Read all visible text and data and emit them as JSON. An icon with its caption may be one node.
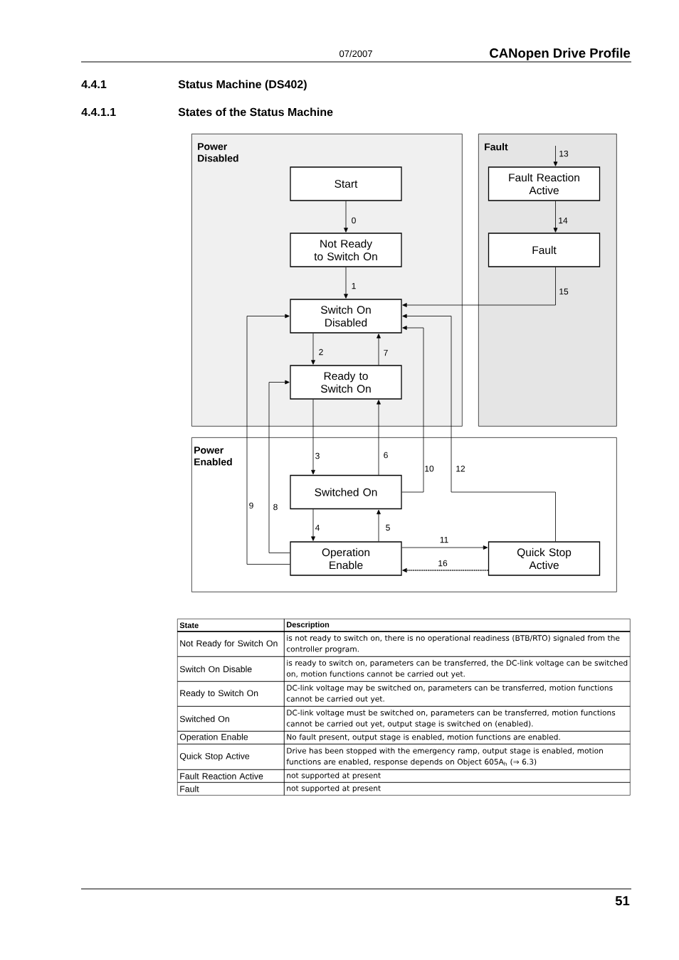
{
  "diagram": {
    "nodes": [
      {
        "text": [
          "Power Disabled"
        ]
      },
      {
        "text": [
          "Start"
        ],
        "in": 0
      },
      {
        "text": [
          "Not Ready to Switch On"
        ],
        "in": 0
      },
      {
        "text": [
          "Switch On Disabled"
        ],
        "in": 0
      },
      {
        "text": [
          "Ready to Switch On"
        ],
        "in": 0
      },
      {
        "text": [
          "Fault"
        ]
      },
      {
        "text": [
          "Fault Reaction Active"
        ],
        "in": 5
      },
      {
        "text": [
          "Fault"
        ],
        "in": 5
      },
      {
        "text": [
          "Power Enabled"
        ]
      },
      {
        "text": [
          "Switched On"
        ],
        "in": 8
      },
      {
        "text": [
          "Operation Enable"
        ],
        "in": 8
      },
      {
        "text": [
          "Quick Stop Active"
        ],
        "in": 8
      }
    ],
    "edges": [
      {
        "from": 1,
        "to": 2,
        "arrow": "to",
        "label": "0"
      },
      {
        "from": 2,
        "to": 3,
        "arrow": "to",
        "label": "1"
      },
      {
        "from": 3,
        "to": 4,
        "arrow": "to",
        "label": "2"
      },
      {
        "from": 4,
        "to": 9,
        "arrow": "to",
        "label": "3"
      },
      {
        "from": 9,
        "to": 10,
        "arrow": "to",
        "label": "4"
      },
      {
        "from": 10,
        "to": 9,
        "arrow": "to",
        "label": "5"
      },
      {
        "from": 9,
        "to": 4,
        "arrow": "to",
        "label": "6"
      },
      {
        "from": 4,
        "to": 3,
        "arrow": "to",
        "label": "7"
      },
      {
        "from": 10,
        "to": 4,
        "arrow": "to",
        "label": "8"
      },
      {
        "from": 10,
        "to": 3,
        "arrow": "to",
        "label": "9"
      },
      {
        "from": 9,
        "to": 3,
        "arrow": "to",
        "label": "10"
      },
      {
        "from": 10,
        "to": 11,
        "arrow": "to",
        "label": "11"
      },
      {
        "from": 11,
        "to": 3,
        "arrow": "to",
        "label": "12"
      },
      {
        "from": null,
        "to": 6,
        "arrow": "to",
        "label": "13"
      },
      {
        "from": 6,
        "to": 7,
        "arrow": "to",
        "label": "14"
      },
      {
        "from": 7,
        "to": 3,
        "arrow": "to",
        "label": "15"
      },
      {
        "from": 11,
        "to": 10,
        "arrow": "to",
        "label": "16",
        "style": "dashed"
      }
    ],
    "labels": [
      "07/2007",
      "CANopen Drive Profile",
      "4.4.1",
      "Status Machine (DS402)",
      "4.4.1.1",
      "States of the Status Machine",
      "State",
      "Description",
      "Not Ready for Switch On",
      "is not ready to switch on, there is no operational readiness (BTB/RTO) signaled from the controller program.",
      "Switch On Disable",
      "is ready to switch on, parameters can be transferred, the DC-link voltage can be switched on, motion functions cannot be carried out yet.",
      "Ready to Switch On",
      "DC-link voltage may be switched on, parameters can be transferred, motion functions cannot be carried out yet.",
      "Switched On",
      "DC-link voltage must be switched on, parameters can be transferred, motion functions cannot be carried out yet, output stage is switched on (enabled).",
      "Operation Enable",
      "No fault present, output stage is enabled, motion functions are enabled.",
      "Quick Stop Active",
      "Drive has been stopped with the emergency ramp, output stage is enabled, motion functions are enabled, response depends on Object 605A$_{h}$ (⇒ 6.3)",
      "Fault Reaction Active",
      "not supported at present",
      "Fault",
      "not supported at present",
      "51"
    ]
  }
}
